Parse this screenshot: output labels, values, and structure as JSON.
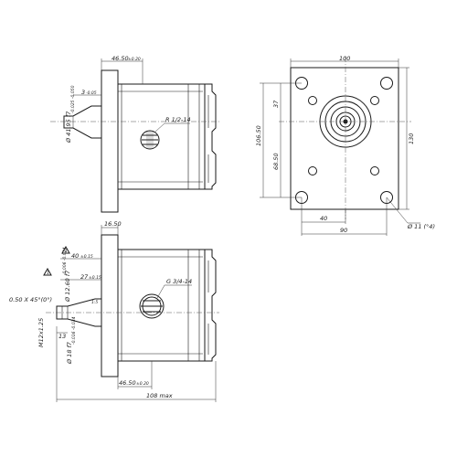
{
  "labels": {
    "top_width": "46.50",
    "top_width_tol": "±0.20",
    "offset_3": "3",
    "offset_3_tol": "-0.05",
    "shaft_diameter": "Ø 41.95 f7",
    "shaft_diameter_tol": "-0.025 -0.050",
    "port_top": "R 1/2-14",
    "front_width": "100",
    "front_height": "130",
    "front_106": "106.50",
    "front_37": "37",
    "front_68": "68.50",
    "front_40": "40",
    "front_90": "90",
    "hole_dia": "Ø 11 (°4)",
    "bot_16": "16.50",
    "bot_40": "40",
    "bot_40_tol": "±0.15",
    "bot_27": "27",
    "bot_27_tol": "±0.15",
    "chamfer": "0.50 X 45°(0°)",
    "shaft_1260": "Ø 12.60 f7",
    "shaft_1260_tol": "-0.006 -0.024",
    "bot_13": "13",
    "thread_m12": "M12x1.25",
    "shaft_18": "Ø 18 f7",
    "shaft_18_tol": "-0.016 -0.034",
    "taper": "1:5",
    "port_bottom": "G 3/4-14",
    "bot_4650": "46.50",
    "bot_4650_tol": "±0.20",
    "total_max": "108 max",
    "tri_marker": "1"
  }
}
